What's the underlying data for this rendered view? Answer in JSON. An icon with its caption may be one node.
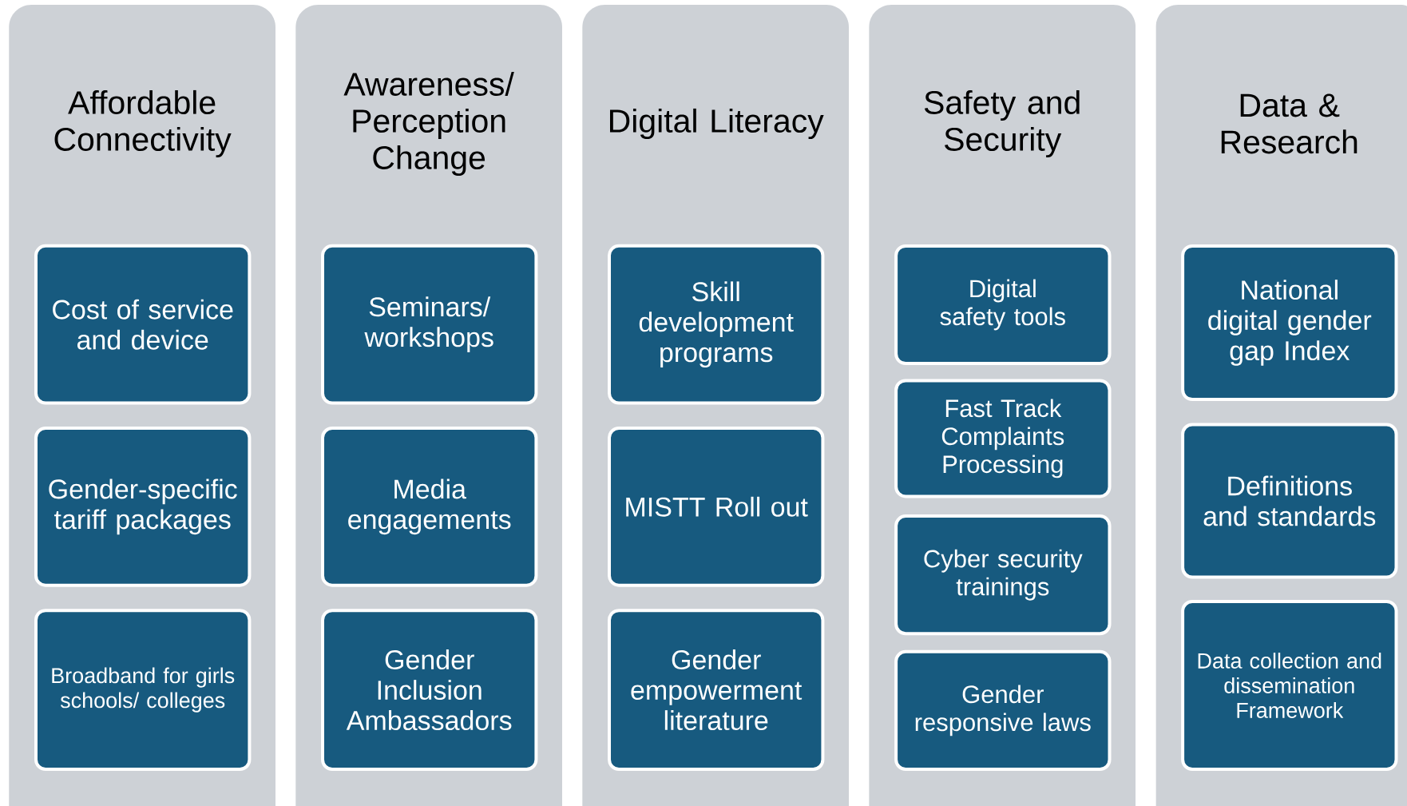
{
  "diagram": {
    "nodes": [
      {
        "text": [
          "Affordable Connectivity"
        ]
      },
      {
        "text": [
          "Cost of service and device"
        ],
        "in": 0
      },
      {
        "text": [
          "Gender-specific tariff packages"
        ],
        "in": 0
      },
      {
        "text": [
          "Broadband for girls schools/ colleges"
        ],
        "in": 0
      },
      {
        "text": [
          "Awareness/ Perception Change"
        ]
      },
      {
        "text": [
          "Seminars/ workshops"
        ],
        "in": 4
      },
      {
        "text": [
          "Media engagements"
        ],
        "in": 4
      },
      {
        "text": [
          "Gender Inclusion Ambassadors"
        ],
        "in": 4
      },
      {
        "text": [
          "Digital Literacy"
        ]
      },
      {
        "text": [
          "Skill development programs"
        ],
        "in": 8
      },
      {
        "text": [
          "MISTT Roll out"
        ],
        "in": 8
      },
      {
        "text": [
          "Gender empowerment literature"
        ],
        "in": 8
      },
      {
        "text": [
          "Safety and Security"
        ]
      },
      {
        "text": [
          "Digital safety tools"
        ],
        "in": 12
      },
      {
        "text": [
          "Fast Track Complaints Processing"
        ],
        "in": 12
      },
      {
        "text": [
          "Cyber security trainings"
        ],
        "in": 12
      },
      {
        "text": [
          "Gender responsive laws"
        ],
        "in": 12
      },
      {
        "text": [
          "Data & Research"
        ]
      },
      {
        "text": [
          "National digital gender gap Index"
        ],
        "in": 17
      },
      {
        "text": [
          "Definitions and standards"
        ],
        "in": 17
      },
      {
        "text": [
          "Data collection and dissemination Framework"
        ],
        "in": 17
      }
    ]
  }
}
